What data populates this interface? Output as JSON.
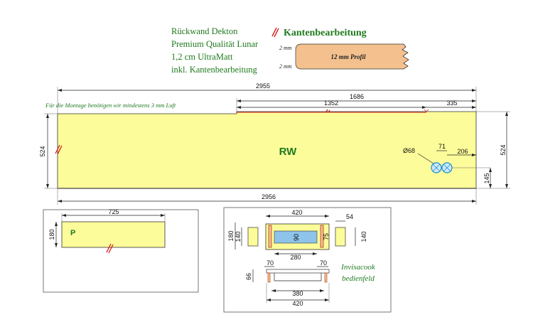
{
  "title_block": {
    "line1": "Rückwand Dekton",
    "line2": "Premium Qualität Lunar",
    "line3": "1,2 cm UltraMatt",
    "line4": "inkl. Kantenbearbeitung"
  },
  "edge_legend": {
    "title": "Kantenbearbeitung",
    "top_label": "2 mm",
    "bottom_label": "2 mm",
    "profile_label": "12 mm Profil"
  },
  "note": "Für die Montage benötigen wir mindestens 3 mm Luft",
  "main_panel": {
    "label": "RW",
    "dim_total_top": "2955",
    "dim_total_bottom": "2956",
    "dim_upper": "1686",
    "dim_edge": "1352",
    "dim_right_offset": "335",
    "dim_height_left": "524",
    "dim_height_right": "524",
    "dim_hole_height": "145",
    "dim_hole_diameter": "Ø68",
    "dim_hole_spacing": "71",
    "dim_hole_right": "206"
  },
  "panel_p": {
    "label": "P",
    "dim_width": "725",
    "dim_height": "180"
  },
  "panel_invisacook": {
    "caption_line1": "Invisacook",
    "caption_line2": "bedienfeld",
    "dim_top": "420",
    "dim_right_small": "54",
    "dim_left_outer": "180",
    "dim_left_inner": "140",
    "dim_inner_height": "90",
    "dim_right_inner": "75",
    "dim_right_outer": "140",
    "dim_inner_width": "280",
    "dim_left_bottom": "70",
    "dim_right_bottom": "70",
    "dim_depth": "66",
    "dim_bottom_inner": "380",
    "dim_bottom_outer": "420"
  },
  "colors": {
    "panel_fill": "#fdfc9a",
    "title_green": "#1f7a1f",
    "edge_red": "#d42020",
    "profile_fill": "#f3c08e",
    "hole_blue": "#1a8fd0",
    "cut_blue": "#8ec3ea"
  }
}
